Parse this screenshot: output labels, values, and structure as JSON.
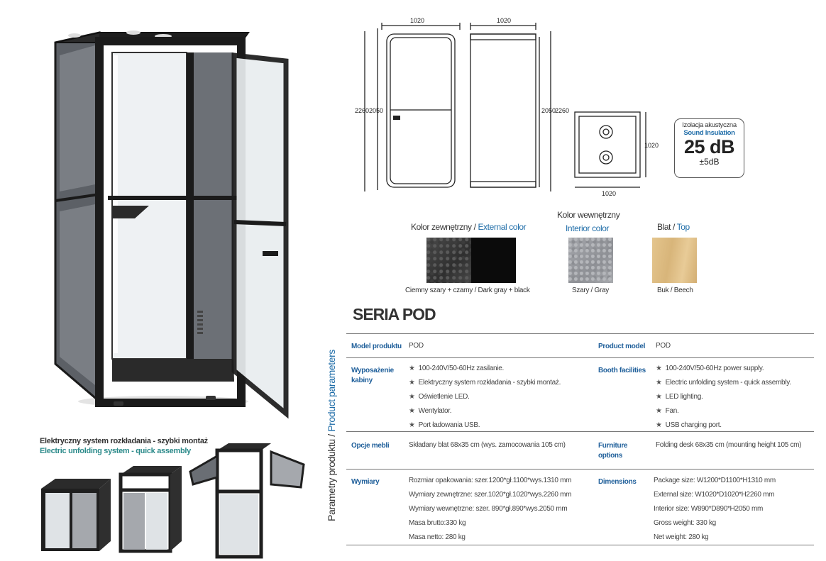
{
  "caption": {
    "pl": "Elektryczny system rozkładania - szybki montaż",
    "en": "Electric unfolding system - quick assembly"
  },
  "drawings": {
    "front_width": "1020",
    "side_width": "1020",
    "top_width": "1020",
    "top_depth": "1020",
    "outer_height_left": "2260",
    "inner_height_left": "2050",
    "inner_height_right": "2050",
    "outer_height_right": "2260"
  },
  "insulation": {
    "label_pl": "Izolacja akustyczna",
    "label_en": "Sound Insulation",
    "value": "25 dB",
    "tolerance": "±5dB"
  },
  "colors": {
    "external": {
      "title_pl": "Kolor zewnętrzny / ",
      "title_en": "External color",
      "caption": "Ciemny szary + czarny / Dark gray + black"
    },
    "interior": {
      "title_pl": "Kolor wewnętrzny",
      "title_en": "Interior color",
      "caption": "Szary / Gray"
    },
    "top": {
      "title_pl": "Blat / ",
      "title_en": "Top",
      "caption": "Buk / Beech"
    },
    "swatch_dark_gray": "#3d3d3d",
    "swatch_black": "#0b0b0b",
    "swatch_gray": "#9a9ca0",
    "swatch_beech": "#dcb97e"
  },
  "series_title": "SERIA POD",
  "side_label": {
    "pl": "Parametry produktu / ",
    "en": "Product parameters"
  },
  "spec": {
    "model": {
      "label_pl": "Model produktu",
      "value_pl": "POD",
      "label_en": "Product model",
      "value_en": "POD"
    },
    "facilities": {
      "label_pl_1": "Wyposażenie",
      "label_pl_2": "kabiny",
      "label_en": "Booth facilities",
      "items_pl": [
        "100-240V/50-60Hz zasilanie.",
        "Elektryczny system rozkładania - szybki montaż.",
        "Oświetlenie LED.",
        "Wentylator.",
        "Port ładowania USB."
      ],
      "items_en": [
        "100-240V/50-60Hz power supply.",
        "Electric unfolding system - quick assembly.",
        "LED lighting.",
        "Fan.",
        "USB charging port."
      ]
    },
    "options": {
      "label_pl": "Opcje mebli",
      "value_pl": "Składany blat 68x35 cm (wys. zamocowania 105 cm)",
      "label_en_1": "Furniture",
      "label_en_2": "options",
      "value_en": "Folding desk 68x35 cm (mounting height 105 cm)"
    },
    "dimensions": {
      "label_pl": "Wymiary",
      "label_en": "Dimensions",
      "values_pl": [
        "Rozmiar opakowania: szer.1200*gł.1100*wys.1310 mm",
        "Wymiary zewnętrzne: szer.1020*gł.1020*wys.2260 mm",
        "Wymiary wewnętrzne: szer. 890*gł.890*wys.2050 mm",
        "Masa brutto:330 kg",
        "Masa netto: 280 kg"
      ],
      "values_en": [
        "Package size: W1200*D1100*H1310 mm",
        "External size: W1020*D1020*H2260 mm",
        "Interior size: W890*D890*H2050 mm",
        "Gross weight: 330 kg",
        "Net weight: 280 kg"
      ]
    }
  }
}
